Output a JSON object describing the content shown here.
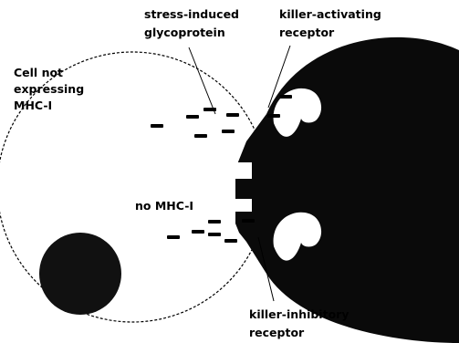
{
  "labels": {
    "stress_glyco_line1": "stress-induced",
    "stress_glyco_line2": "glycoprotein",
    "activating_line1": "killer-activating",
    "activating_line2": "receptor",
    "cell_line1": "Cell not",
    "cell_line2": "expressing",
    "cell_line3": "MHC-I",
    "no_mhc": "no MHC-I",
    "inhibitory_line1": "killer-inhibitory",
    "inhibitory_line2": "receptor"
  },
  "colors": {
    "target_cell_border": "#000000",
    "target_nucleus": "#111111",
    "nk_cell": "#0a0a0a",
    "receptor_pocket": "#ffffff",
    "glycoprotein_dash": "#000000"
  }
}
